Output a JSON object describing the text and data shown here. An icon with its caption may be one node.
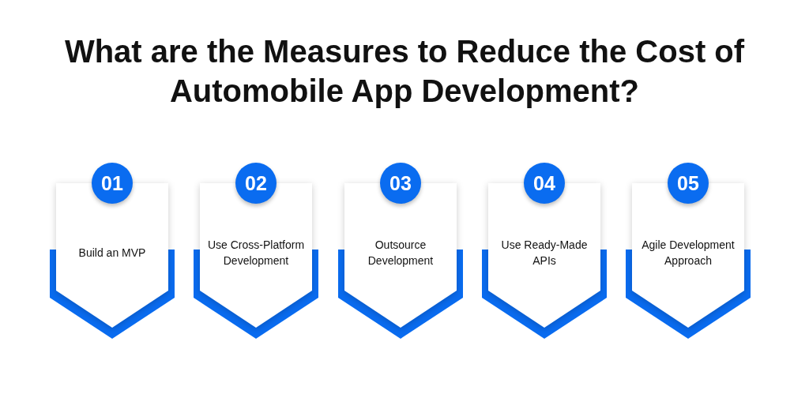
{
  "diagram": {
    "title": "What are the Measures to Reduce the Cost of Automobile App Development?",
    "nodes": [
      {
        "text": [
          "01",
          "Build an MVP"
        ]
      },
      {
        "text": [
          "02",
          "Use Cross-Platform Development"
        ]
      },
      {
        "text": [
          "03",
          "Outsource Development"
        ]
      },
      {
        "text": [
          "04",
          "Use Ready-Made APIs"
        ]
      },
      {
        "text": [
          "05",
          "Agile Development Approach"
        ]
      }
    ]
  }
}
